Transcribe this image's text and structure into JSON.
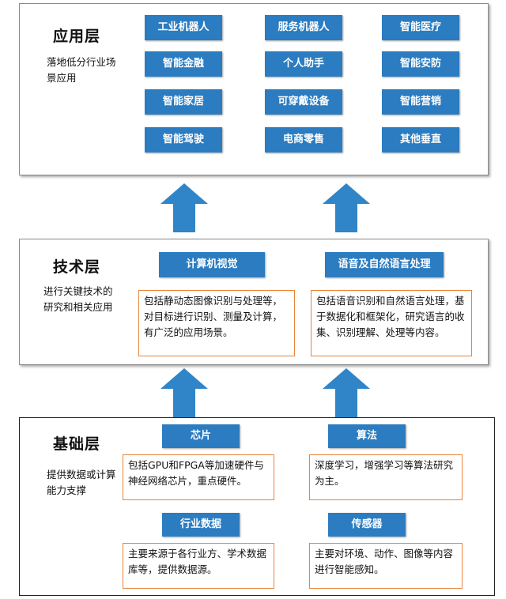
{
  "colors": {
    "tag_blue": "#2b7cc0",
    "arrow_blue": "#2f85c7",
    "desc_border": "#e8843a"
  },
  "application_layer": {
    "title": "应用层",
    "description": "落地低分行业场景应用",
    "tags": [
      "工业机器人",
      "服务机器人",
      "智能医疗",
      "智能金融",
      "个人助手",
      "智能安防",
      "智能家居",
      "可穿戴设备",
      "智能营销",
      "智能驾驶",
      "电商零售",
      "其他垂直"
    ]
  },
  "technology_layer": {
    "title": "技术层",
    "description": "进行关键技术的研究和相关应用",
    "items": [
      {
        "label": "计算机视觉",
        "text": "包括静动态图像识别与处理等，对目标进行识别、测量及计算，有广泛的应用场景。"
      },
      {
        "label": "语音及自然语言处理",
        "text": "包括语音识别和自然语言处理，基于数据化和框架化，研究语言的收集、识别理解、处理等内容。"
      }
    ]
  },
  "foundation_layer": {
    "title": "基础层",
    "description": "提供数据或计算能力支撑",
    "items": [
      {
        "label": "芯片",
        "text": "包括GPU和FPGA等加速硬件与神经网络芯片，重点硬件。"
      },
      {
        "label": "算法",
        "text": "深度学习，增强学习等算法研究为主。"
      },
      {
        "label": "行业数据",
        "text": "主要来源于各行业方、学术数据库等，提供数据源。"
      },
      {
        "label": "传感器",
        "text": "主要对环境、动作、图像等内容进行智能感知。"
      }
    ]
  }
}
